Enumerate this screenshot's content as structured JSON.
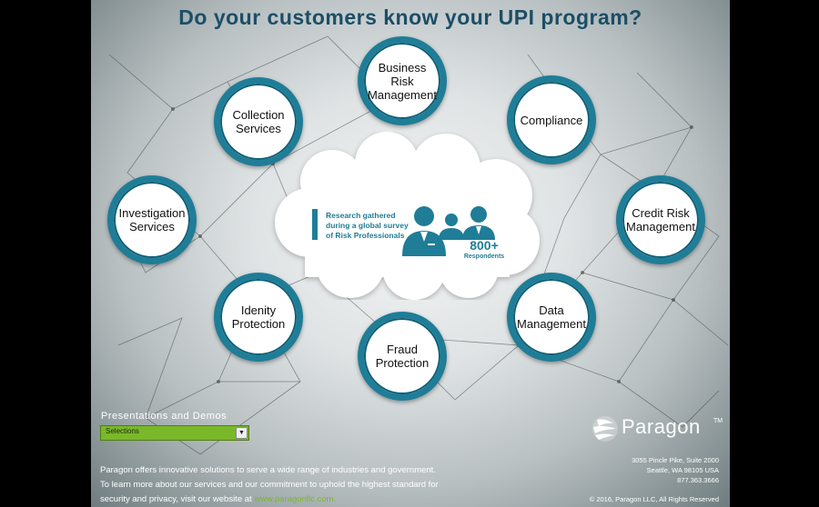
{
  "title": "Do your customers know your UPI program?",
  "circles": [
    {
      "label": "Business Risk Management"
    },
    {
      "label": "Collection Services"
    },
    {
      "label": "Compliance"
    },
    {
      "label": "Investigation Services"
    },
    {
      "label": "Credit Risk Management"
    },
    {
      "label": "Idenity Protection"
    },
    {
      "label": "Data Management"
    },
    {
      "label": "Fraud Protection"
    }
  ],
  "research": {
    "line1": "Research gathered",
    "line2": "during a global survey",
    "line3": "of Risk Professionals",
    "count": "800+",
    "count_label": "Respondents"
  },
  "presentations": {
    "label": "Presentations and Demos",
    "selected": "Selections"
  },
  "brand": {
    "name": "Paragon",
    "tm": "TM",
    "address1": "3055 Pincle Pike, Suite 2000",
    "address2": "Seattle, WA 98105 USA",
    "phone": "877.363.3666"
  },
  "about": {
    "line1": "Paragon offers innovative solutions to serve a wide range of industries and government.",
    "line2": "To learn more about our services and our commitment to uphold the highest standard for",
    "line3": "security and privacy, visit our website at ",
    "link": "www.paragonllc.com."
  },
  "copyright": "© 2016, Paragon LLC, All Rights Reserved",
  "colors": {
    "accent": "#1f7d97",
    "title": "#1b4e66",
    "select": "#7ab82a"
  }
}
